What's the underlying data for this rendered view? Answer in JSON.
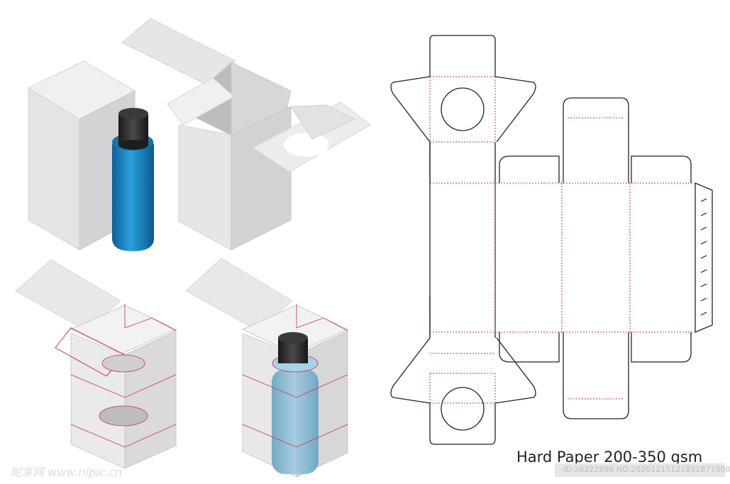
{
  "caption": "Hard Paper 200-350 gsm",
  "watermark": "昵享网 www.nipic.cn",
  "image_id": "ID:26222898 NO:20201215121831877308",
  "colors": {
    "fold_line": "#d0323a",
    "cut_line": "#222222",
    "bottle_blue": "#1d84c2",
    "cap": "#2b2b2b",
    "box_light": "#ebebeb",
    "box_mid": "#d6d6d6",
    "box_dark": "#c4c4c4"
  },
  "illustrations": [
    {
      "name": "closed-box-with-bottle",
      "icon": "closed-carton-icon"
    },
    {
      "name": "open-box-with-insert-flap",
      "icon": "open-carton-icon"
    },
    {
      "name": "transparent-box-insert",
      "icon": "transparent-carton-icon"
    },
    {
      "name": "transparent-box-with-bottle",
      "icon": "transparent-carton-bottle-icon"
    }
  ],
  "dieline": {
    "name": "box-dieline-template",
    "icon": "dieline-icon"
  }
}
